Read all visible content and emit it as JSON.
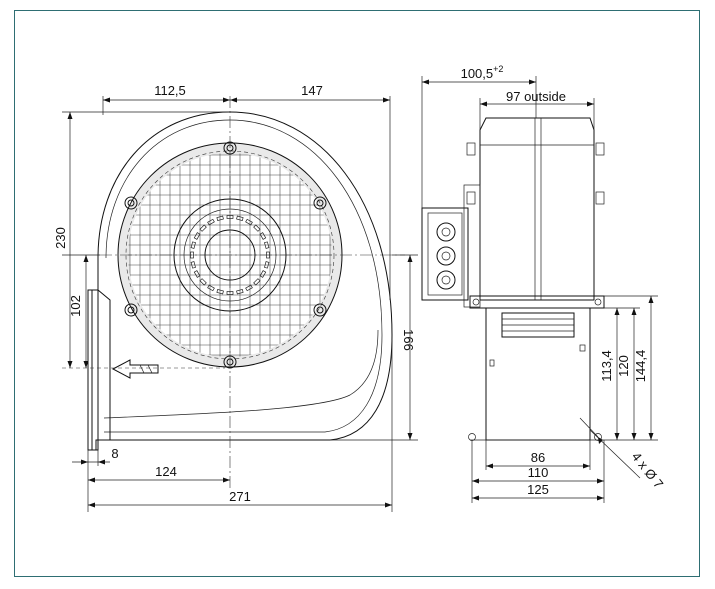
{
  "dimensions": {
    "front_top_left": "112,5",
    "front_top_right": "147",
    "front_left_outer": "230",
    "front_left_inner": "102",
    "front_right": "166",
    "front_bottom_small": "8",
    "front_bottom_mid": "124",
    "front_bottom_total": "271",
    "side_top_value": "100,5",
    "side_top_superscript": "+2",
    "side_outside": "97 outside",
    "side_right_1": "113,4",
    "side_right_2": "120",
    "side_right_3": "144,4",
    "side_bottom_1": "86",
    "side_bottom_2": "110",
    "side_bottom_3": "125",
    "side_holes": "4 x Ø 7"
  }
}
